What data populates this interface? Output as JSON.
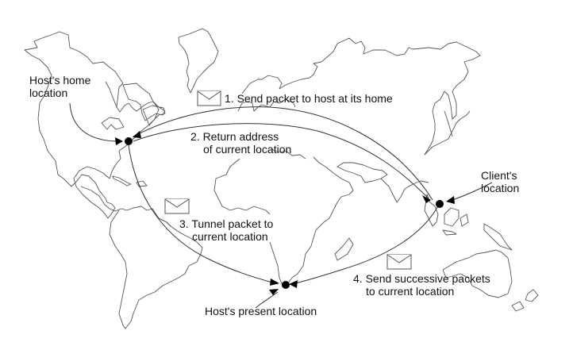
{
  "diagram": {
    "labels": {
      "home": [
        "Host's home",
        "location"
      ],
      "client": [
        "Client's",
        "location"
      ],
      "present": "Host's present location"
    },
    "steps": [
      {
        "number": "1.",
        "lines": [
          "1. Send packet to host at its home"
        ]
      },
      {
        "number": "2.",
        "lines": [
          "2. Return address",
          "of current location"
        ]
      },
      {
        "number": "3.",
        "lines": [
          "3. Tunnel packet to",
          "current location"
        ]
      },
      {
        "number": "4.",
        "lines": [
          "4. Send successive packets",
          "to current location"
        ]
      }
    ],
    "icons": {
      "node": "filled-circle",
      "packet": "envelope-icon",
      "arrow": "arrowhead"
    },
    "colors": {
      "coastline": "#555555",
      "route": "#333333",
      "node": "#000000",
      "text": "#111111",
      "background": "#ffffff"
    }
  }
}
